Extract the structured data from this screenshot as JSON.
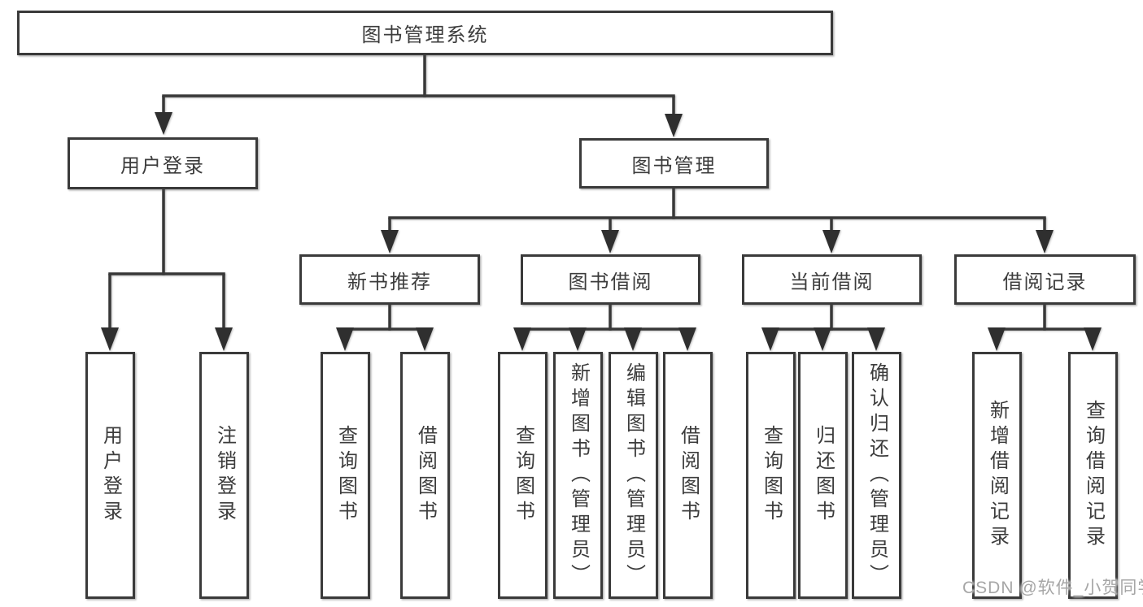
{
  "tree": {
    "root": {
      "label": "图书管理系统"
    },
    "branches": [
      {
        "label": "用户登录",
        "children": [
          {
            "label": "用户登录"
          },
          {
            "label": "注销登录"
          }
        ]
      },
      {
        "label": "图书管理",
        "children": [
          {
            "label": "新书推荐",
            "children": [
              {
                "label": "查询图书"
              },
              {
                "label": "借阅图书"
              }
            ]
          },
          {
            "label": "图书借阅",
            "children": [
              {
                "label": "查询图书"
              },
              {
                "label": "新增图书（管理员）"
              },
              {
                "label": "编辑图书（管理员）"
              },
              {
                "label": "借阅图书"
              }
            ]
          },
          {
            "label": "当前借阅",
            "children": [
              {
                "label": "查询图书"
              },
              {
                "label": "归还图书"
              },
              {
                "label": "确认归还（管理员）"
              }
            ]
          },
          {
            "label": "借阅记录",
            "children": [
              {
                "label": "新增借阅记录"
              },
              {
                "label": "查询借阅记录"
              }
            ]
          }
        ]
      }
    ]
  },
  "watermark": {
    "text": "CSDN @软件_小贺同学"
  },
  "colors": {
    "box_border": "#3a3a3a",
    "line": "#383838",
    "text": "#3c3c3c",
    "watermark": "#a6a6a6",
    "background": "#ffffff"
  }
}
